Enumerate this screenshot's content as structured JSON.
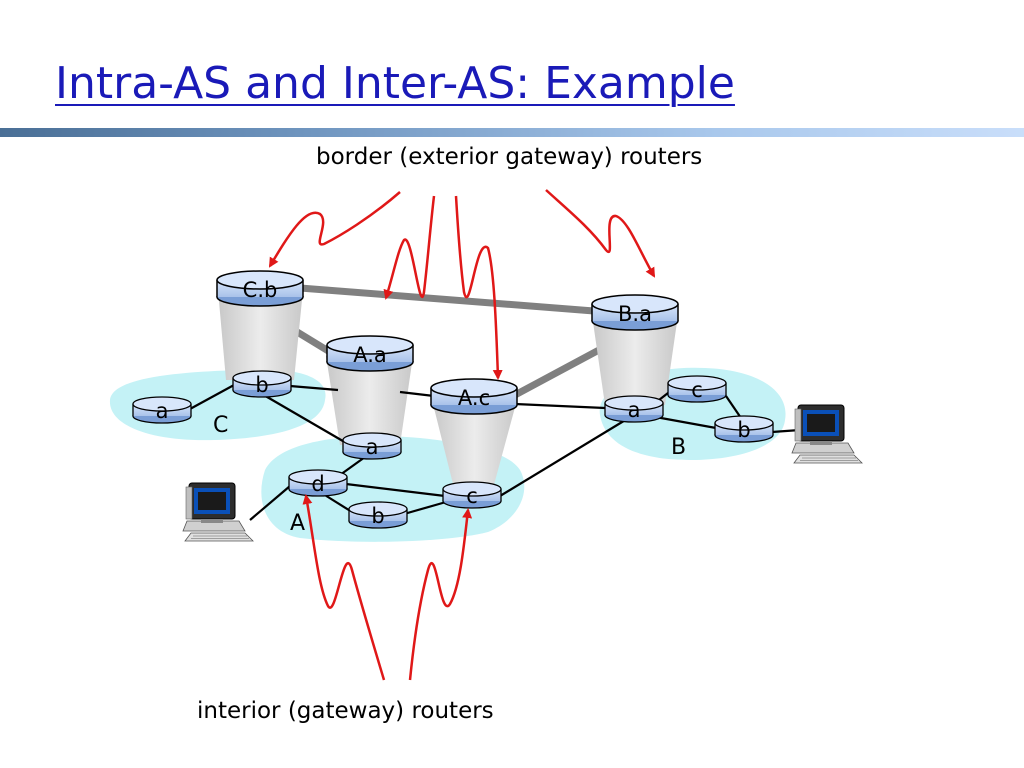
{
  "slide": {
    "title": "Intra-AS and Inter-AS: Example",
    "accent_color": "#1a1ab8"
  },
  "annotations": {
    "border_label": "border (exterior gateway) routers",
    "interior_label": "interior (gateway) routers",
    "arrow_color": "#e01818"
  },
  "autonomous_systems": {
    "A": {
      "label": "A"
    },
    "B": {
      "label": "B"
    },
    "C": {
      "label": "C"
    },
    "fill_color": "#c4f2f6"
  },
  "routers": {
    "C_b_border": "C.b",
    "A_a_border": "A.a",
    "A_c_border": "A.c",
    "B_a_border": "B.a",
    "C_a": "a",
    "C_b": "b",
    "A_a": "a",
    "A_d": "d",
    "A_b": "b",
    "A_c": "c",
    "B_a": "a",
    "B_c": "c",
    "B_b": "b"
  },
  "icons": {
    "host_left": "computer-icon",
    "host_right": "computer-icon"
  }
}
